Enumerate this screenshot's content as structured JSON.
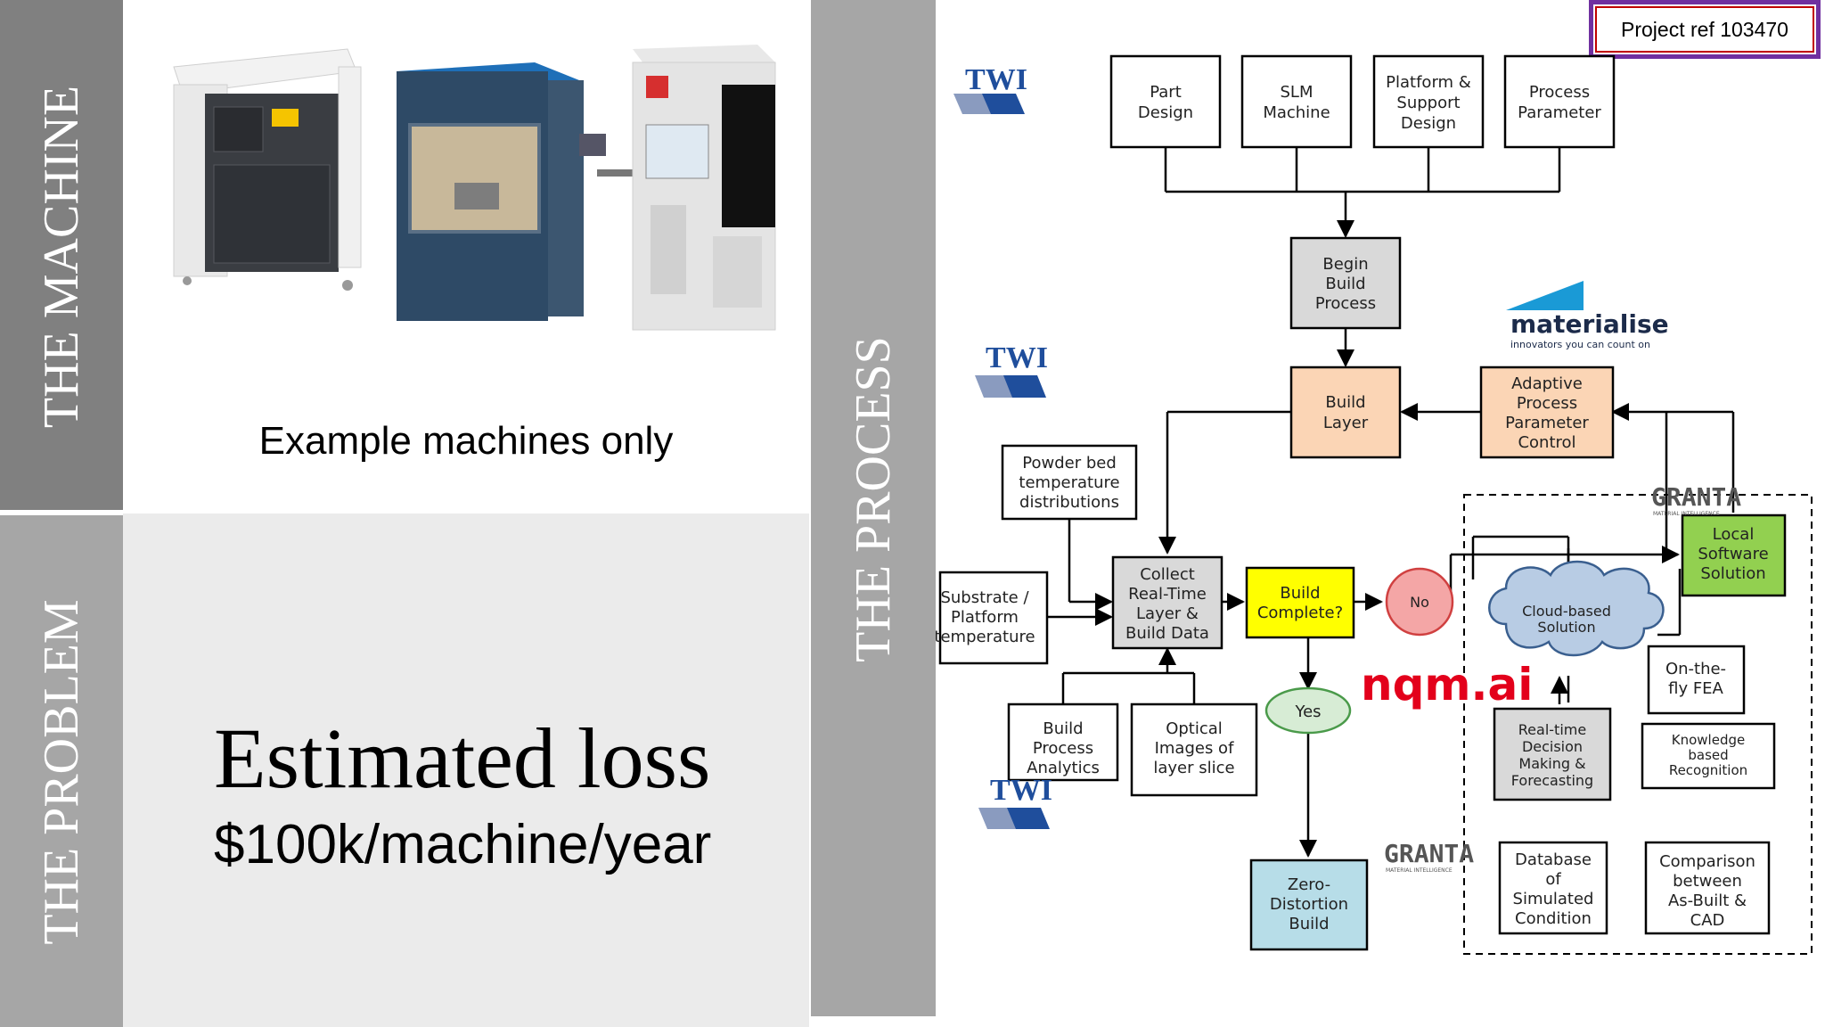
{
  "sections": {
    "machine": "THE MACHINE",
    "problem": "THE PROBLEM",
    "process": "THE PROCESS"
  },
  "machine_caption": "Example machines only",
  "loss": {
    "title": "Estimated loss",
    "value": "$100k/machine/year"
  },
  "project_ref": "Project ref 103470",
  "logos": {
    "twi": "TWI",
    "materialise": "materialise",
    "materialise_tagline": "innovators you can count on",
    "granta": "GRANTA",
    "granta_tagline": "MATERIAL INTELLIGENCE",
    "nqm": "nqm.ai"
  },
  "flow": {
    "part_design": [
      "Part",
      "Design"
    ],
    "slm_machine": [
      "SLM",
      "Machine"
    ],
    "platform_support": [
      "Platform &",
      "Support",
      "Design"
    ],
    "process_parameter": [
      "Process",
      "Parameter"
    ],
    "begin_build": [
      "Begin",
      "Build",
      "Process"
    ],
    "build_layer": [
      "Build",
      "Layer"
    ],
    "adaptive": [
      "Adaptive",
      "Process",
      "Parameter",
      "Control"
    ],
    "powder_bed": [
      "Powder bed",
      "temperature",
      "distributions"
    ],
    "substrate": [
      "Substrate /",
      "Platform",
      "temperature"
    ],
    "collect": [
      "Collect",
      "Real-Time",
      "Layer &",
      "Build Data"
    ],
    "build_complete": [
      "Build",
      "Complete?"
    ],
    "no": "No",
    "yes": "Yes",
    "cloud": [
      "Cloud-based",
      "Solution"
    ],
    "local": [
      "Local",
      "Software",
      "Solution"
    ],
    "on_the_fly": [
      "On-the-",
      "fly FEA"
    ],
    "realtime": [
      "Real-time",
      "Decision",
      "Making &",
      "Forecasting"
    ],
    "knowledge": [
      "Knowledge",
      "based",
      "Recognition"
    ],
    "build_analytics": [
      "Build",
      "Process",
      "Analytics"
    ],
    "optical": [
      "Optical",
      "Images of",
      "layer slice"
    ],
    "zero_distortion": [
      "Zero-",
      "Distortion",
      "Build"
    ],
    "database": [
      "Database",
      "of",
      "Simulated",
      "Condition"
    ],
    "comparison": [
      "Comparison",
      "between",
      "As-Built &",
      "CAD"
    ]
  },
  "colors": {
    "begin_fill": "#d9d9d9",
    "build_layer_fill": "#fbd5b5",
    "yellow": "#ffff00",
    "red_circle": "#f4a6a6",
    "yes_fill": "#d7ecd5",
    "cloud_fill": "#b8cce4",
    "local_fill": "#92d050",
    "zero_fill": "#b7dde8",
    "twi_blue": "#1f4e9c",
    "nqm_red": "#e3001b",
    "project_border": "#7030a0"
  }
}
